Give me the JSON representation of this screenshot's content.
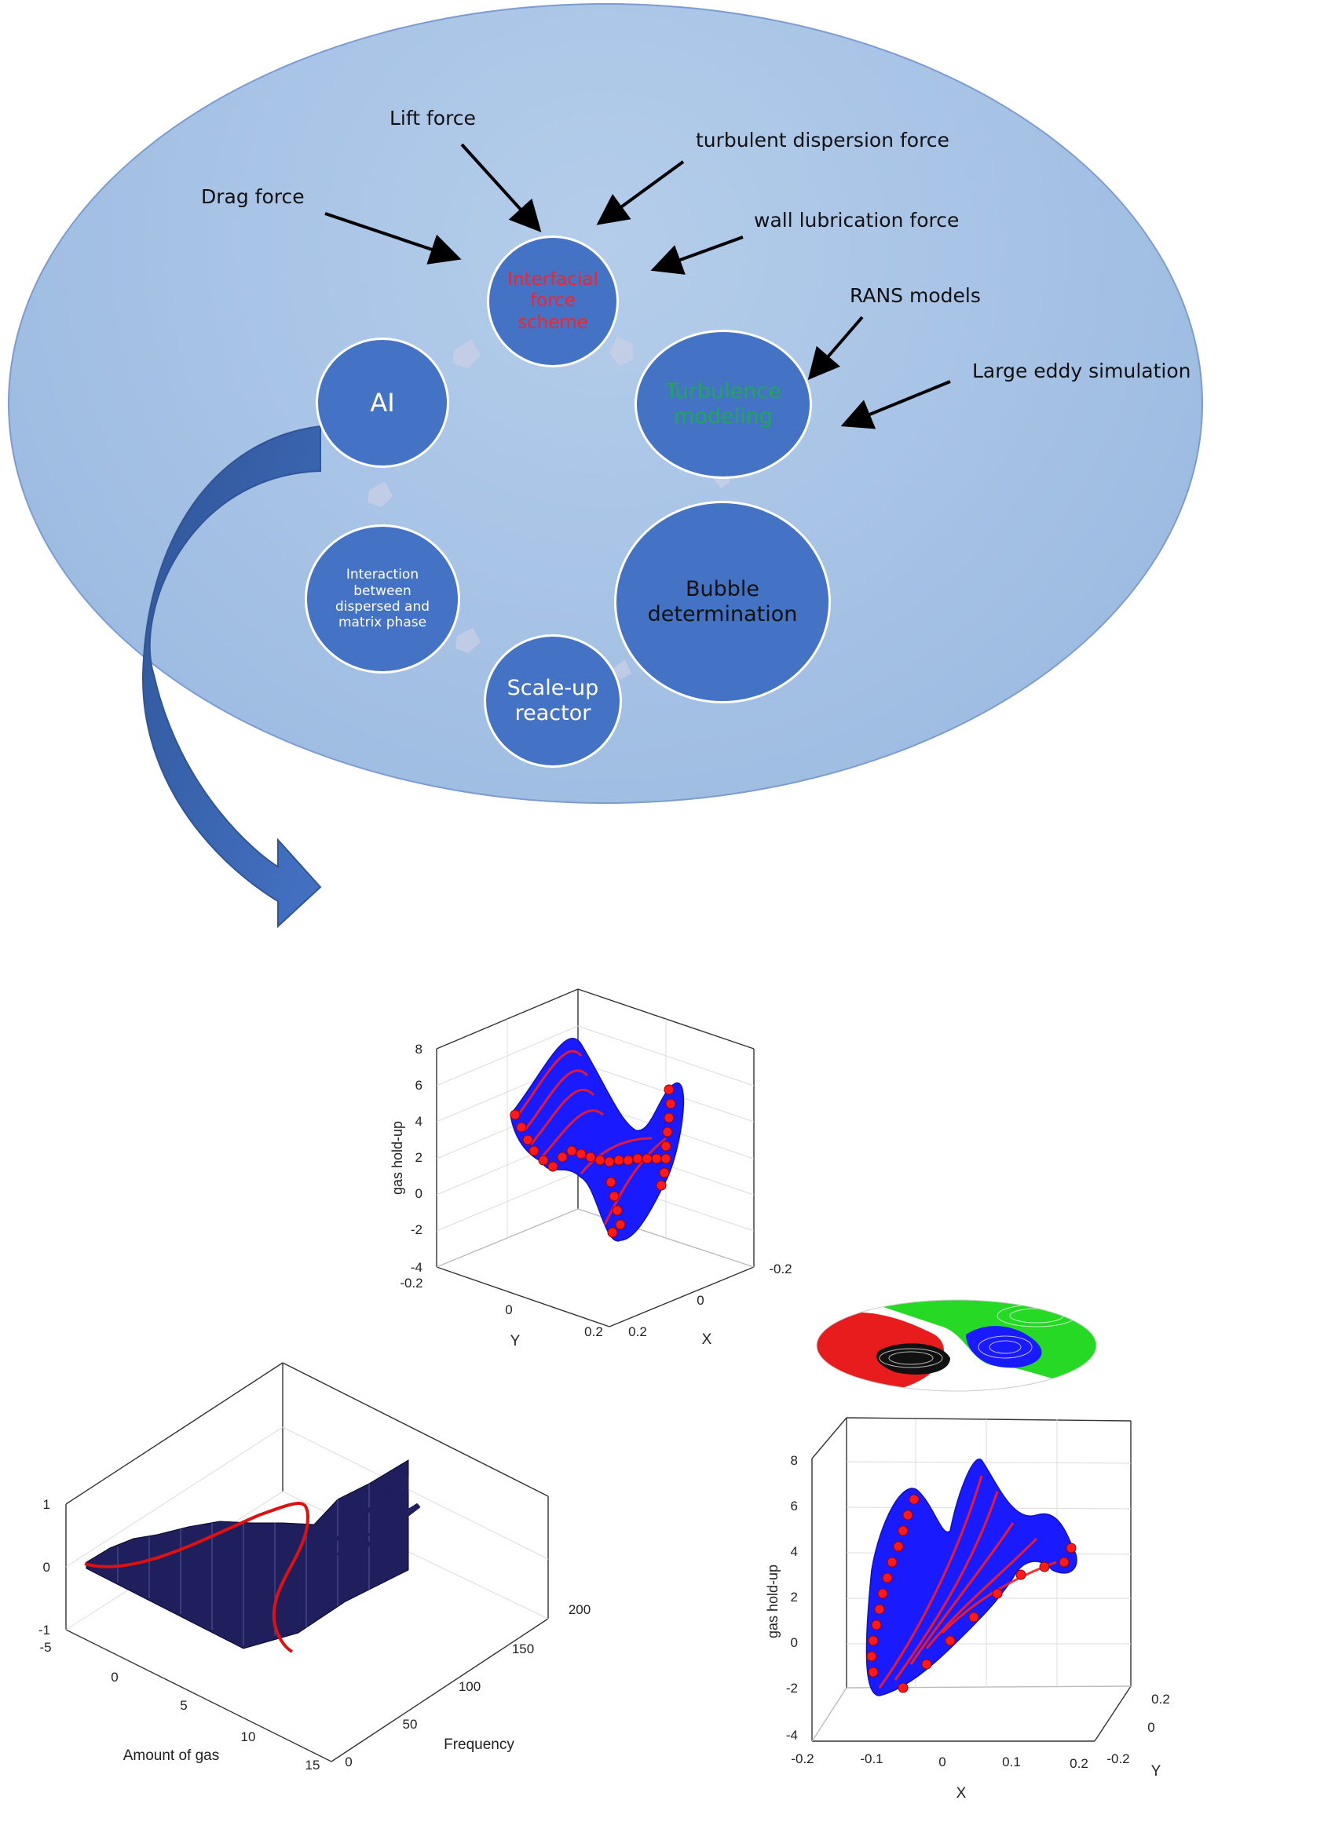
{
  "cycle": {
    "interfacial": "Interfacial force scheme",
    "turbulence": "Turbulence modeling",
    "bubble": "Bubble determination",
    "scaleup": "Scale-up reactor",
    "interaction": "Interaction between dispersed and matrix phase",
    "ai": "AI"
  },
  "labels": {
    "lift": "Lift force",
    "turb_disp": "turbulent dispersion force",
    "drag": "Drag force",
    "wall": "wall lubrication force",
    "rans": "RANS models",
    "les": "Large eddy simulation"
  },
  "colors": {
    "ellipse": "#a6c2e5",
    "node": "#4472c4",
    "interfacial_text": "#ff2020",
    "turbulence_text": "#1fa65a",
    "arrow": "#4472c4",
    "surface_points": "#ff1a1a",
    "surface_mesh": "#1a1aff",
    "histogram": "#1f1f5e",
    "fit_curve": "#e01010"
  },
  "plot_top": {
    "zlabel": "gas hold-up",
    "ylabel": "Y",
    "xlabel": "X",
    "z_ticks": [
      "8",
      "6",
      "4",
      "2",
      "0",
      "-2",
      "-4"
    ],
    "y_ticks": [
      "-0.2",
      "0",
      "0.2"
    ],
    "x_ticks": [
      "-0.2",
      "0",
      "0.2"
    ]
  },
  "plot_hist": {
    "xlabel": "Amount of gas",
    "ylabel": "Frequency",
    "z_ticks": [
      "1",
      "0",
      "-1"
    ],
    "x_ticks": [
      "-5",
      "0",
      "5",
      "10",
      "15"
    ],
    "y_ticks": [
      "0",
      "50",
      "100",
      "150",
      "200"
    ]
  },
  "plot_right": {
    "zlabel": "gas hold-up",
    "xlabel": "X",
    "ylabel": "Y",
    "z_ticks": [
      "8",
      "6",
      "4",
      "2",
      "0",
      "-2",
      "-4"
    ],
    "x_ticks": [
      "-0.2",
      "-0.1",
      "0",
      "0.1",
      "0.2"
    ],
    "y_ticks": [
      "0.2",
      "0",
      "-0.2"
    ]
  }
}
